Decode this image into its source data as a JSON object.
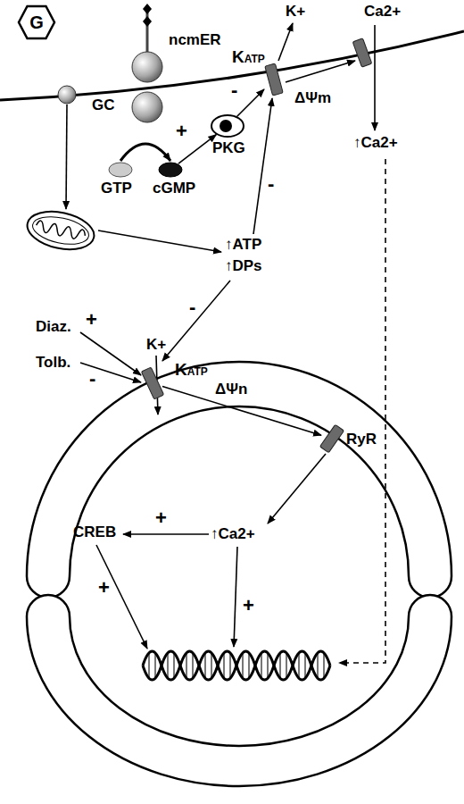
{
  "diagram": {
    "nodes": [
      {
        "text": [
          "G"
        ]
      },
      {
        "text": [
          "ncmER"
        ]
      },
      {
        "text": [
          "GC"
        ]
      },
      {
        "text": [
          "GTP"
        ]
      },
      {
        "text": [
          "cGMP"
        ]
      },
      {
        "text": [
          "PKG"
        ]
      },
      {
        "text": [
          "KATP"
        ]
      },
      {
        "text": [
          "KATP"
        ]
      },
      {
        "text": [
          "RyR"
        ]
      }
    ],
    "edges": [
      {
        "from": 3,
        "to": 4,
        "arrow": "to"
      },
      {
        "from": 4,
        "to": 5,
        "arrow": "to",
        "label": "+"
      },
      {
        "from": 5,
        "to": 6,
        "arrow": "to",
        "label": "-"
      },
      {
        "from": 7,
        "to": 8,
        "arrow": "to",
        "label": "ΔΨn"
      }
    ],
    "labels": [
      "K+",
      "Ca2+",
      "ΔΨm",
      "↑Ca2+",
      "-",
      "↑ATP",
      "↑DPs",
      "-",
      "Diaz.",
      "+",
      "K+",
      "Tolb.",
      "-",
      "↑Ca2+",
      "CREB",
      "+",
      "+",
      "+"
    ]
  }
}
